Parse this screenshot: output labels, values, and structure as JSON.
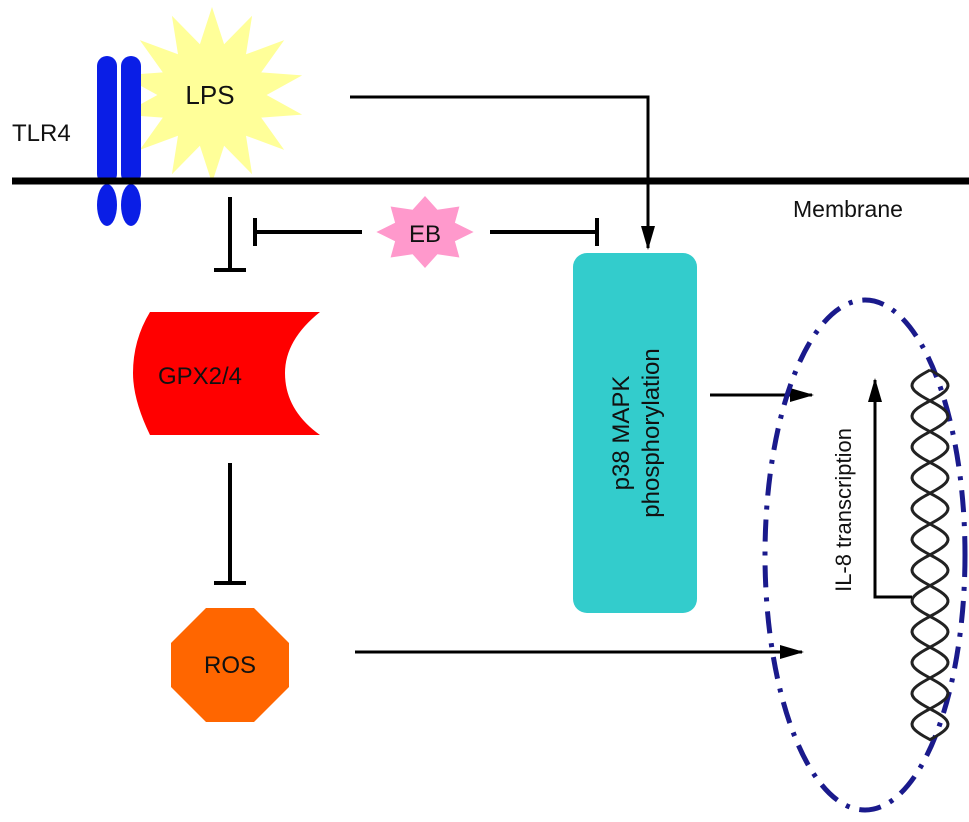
{
  "labels": {
    "tlr4": "TLR4",
    "lps": "LPS",
    "membrane": "Membrane",
    "eb": "EB",
    "gpx": "GPX2/4",
    "ros": "ROS",
    "p38_line1": "p38 MAPK",
    "p38_line2": "phosphorylation",
    "il8": "IL-8 transcription"
  },
  "colors": {
    "tlr4": "#0a1ee6",
    "lps": "#ffff99",
    "eb": "#ff99cc",
    "gpx": "#ff0000",
    "ros": "#ff6600",
    "p38": "#33cccc",
    "nucleus": "#1a1a8c"
  }
}
